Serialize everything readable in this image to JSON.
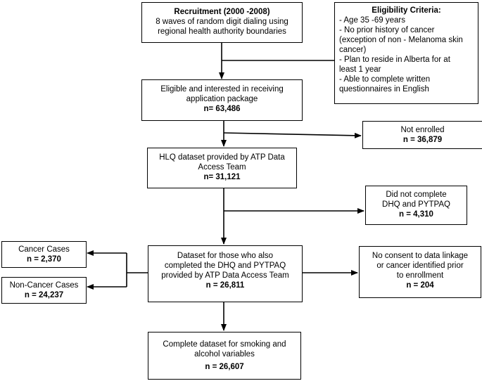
{
  "recruitment": {
    "title": "Recruitment (2000  -2008)",
    "line1": "8 waves of random digit dialing using",
    "line2": "regional health authority boundaries"
  },
  "criteria": {
    "title": "Eligibility Criteria:",
    "lines": [
      "- Age 35 -69 years",
      "- No prior history of cancer",
      "(exception of non - Melanoma skin",
      "cancer)",
      "- Plan to reside in Alberta for at",
      "least 1 year",
      "- Able to complete written",
      "questionnaires in English"
    ]
  },
  "eligible": {
    "line1": "Eligible and interested in receiving",
    "line2": "application package",
    "count": "n= 63,486"
  },
  "not_enrolled": {
    "label": "Not enrolled",
    "count": "n = 36,879"
  },
  "hlq": {
    "line1": "HLQ dataset provided by ATP Data",
    "line2": "Access Team",
    "count": "n= 31,121"
  },
  "did_not_complete": {
    "line1": "Did not complete",
    "line2": "DHQ and PYTPAQ",
    "count": "n = 4,310"
  },
  "dataset": {
    "line1": "Dataset for those who also",
    "line2": "completed  the DHQ and PYTPAQ",
    "line3": "provided by ATP Data Access Team",
    "count": "n = 26,811"
  },
  "cancer_cases": {
    "label": "Cancer Cases",
    "count": "n = 2,370"
  },
  "non_cancer_cases": {
    "label": "Non-Cancer Cases",
    "count": "n = 24,237"
  },
  "no_consent": {
    "line1": "No consent to data linkage",
    "line2": "or cancer  identified  prior",
    "line3": "to enrollment",
    "count": "n = 204"
  },
  "complete": {
    "line1": "Complete dataset for smoking and",
    "line2": "alcohol variables",
    "count": "n = 26,607"
  }
}
